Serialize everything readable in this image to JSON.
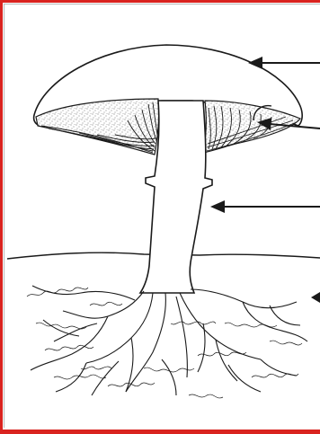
{
  "figure": {
    "subject": "mushroom-fruiting-body",
    "labels": []
  },
  "colors": {
    "frame": "#d9231f",
    "ink": "#1a1a1a",
    "paper": "#ffffff",
    "stipple": "#555555"
  },
  "arrows": [
    {
      "part": "cap",
      "target": "cap-top"
    },
    {
      "part": "gills",
      "target": "gills-right"
    },
    {
      "part": "stalk",
      "target": "stalk"
    },
    {
      "part": "mycelium",
      "target": "mycelium"
    }
  ]
}
